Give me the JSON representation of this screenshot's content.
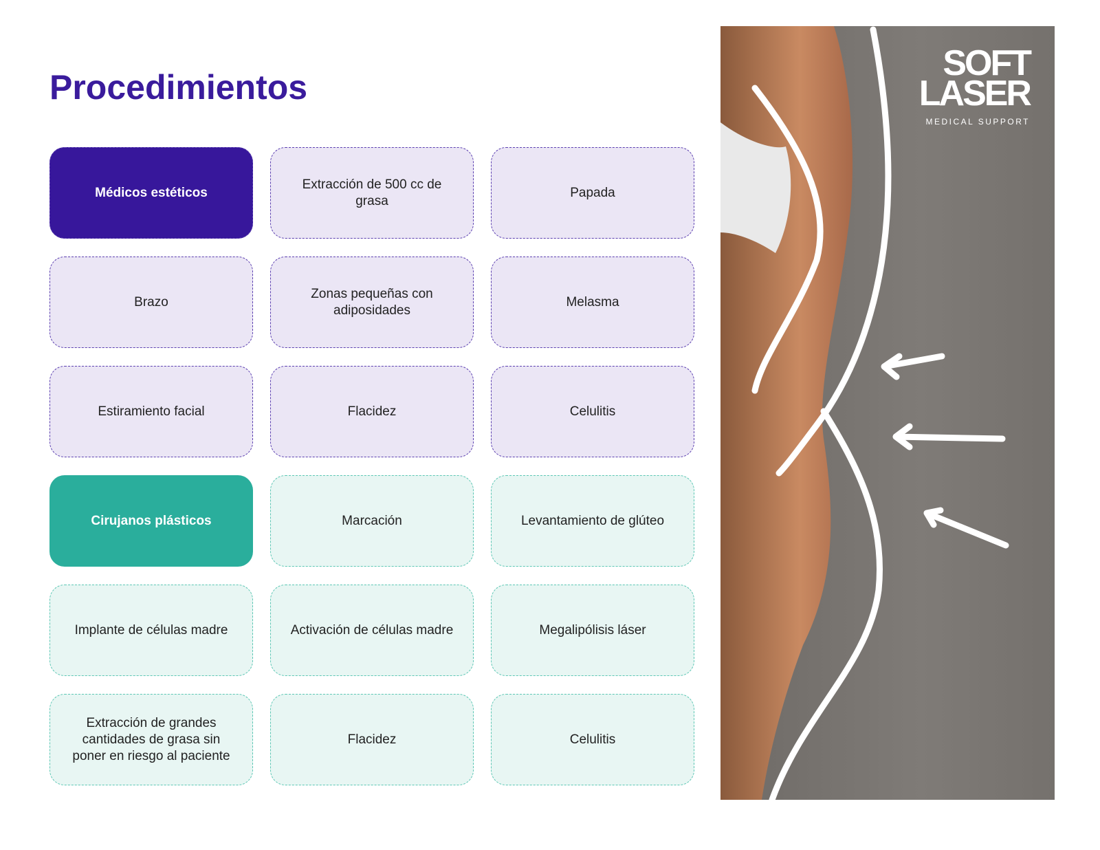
{
  "title": "Procedimientos",
  "rows": [
    [
      "Médicos estéticos",
      "Extracción de 500 cc de grasa",
      "Papada"
    ],
    [
      "Brazo",
      "Zonas pequeñas con adiposidades",
      "Melasma"
    ],
    [
      "Estiramiento facial",
      "Flacidez",
      "Celulitis"
    ],
    [
      "Cirujanos plásticos",
      "Marcación",
      "Levantamiento de glúteo"
    ],
    [
      "Implante de células madre",
      "Activación de células madre",
      "Megalipólisis láser"
    ],
    [
      "Extracción de grandes cantidades de grasa sin poner en riesgo al paciente",
      "Flacidez",
      "Celulitis"
    ]
  ],
  "logo": {
    "line1": "SOFT",
    "line2": "LASER",
    "line3": "MEDICAL SUPPORT"
  },
  "colors": {
    "purple": "#37179b",
    "teal": "#2aae9c"
  }
}
